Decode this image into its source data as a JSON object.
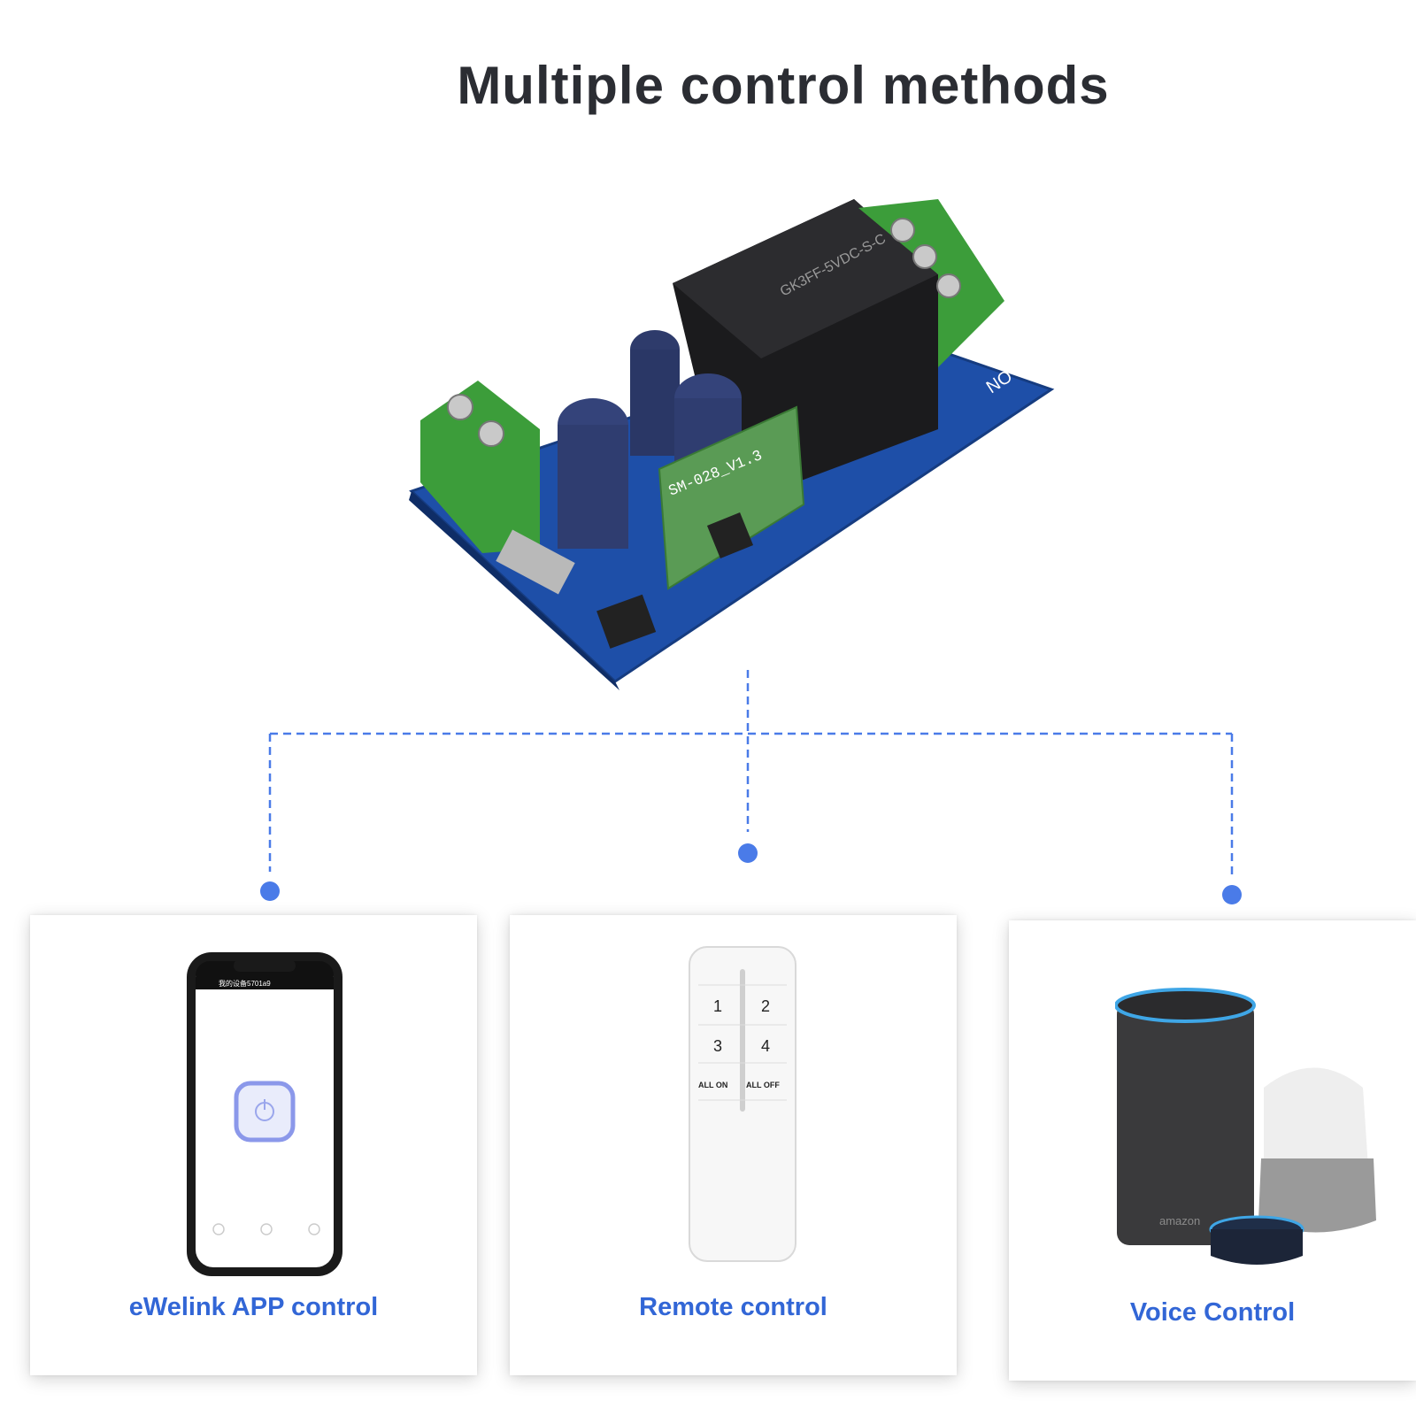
{
  "title": "Multiple control methods",
  "board": {
    "module_label": "SM-028_V1.3",
    "relay_label": "GK3FF-5VDC-S-C",
    "terminal_label": "NO"
  },
  "cards": [
    {
      "label": "eWelink APP control",
      "icon": "smartphone-app-icon",
      "phone_header": "我的设备5701a9"
    },
    {
      "label": "Remote control",
      "icon": "remote-control-icon",
      "keys": [
        "1",
        "2",
        "3",
        "4",
        "ALL ON",
        "ALL OFF"
      ]
    },
    {
      "label": "Voice Control",
      "icon": "smart-speaker-icon",
      "brand": "amazon"
    }
  ],
  "colors": {
    "accent_blue": "#3266d6",
    "connector_blue": "#4a7be8",
    "title": "#2b2d33",
    "pcb_blue": "#1e4fa8",
    "terminal_green": "#3c9d3a"
  }
}
